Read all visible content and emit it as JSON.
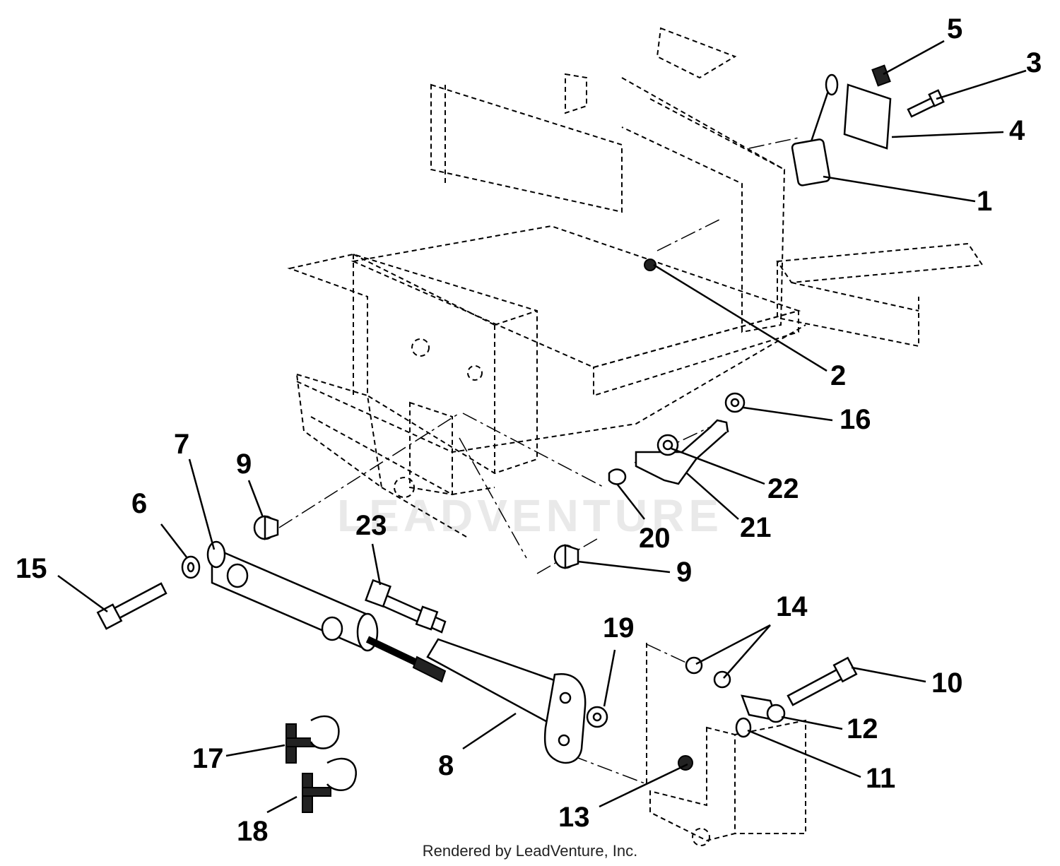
{
  "diagram": {
    "watermark": "LEADVENTURE",
    "footer": "Rendered by LeadVenture, Inc.",
    "callouts": [
      {
        "id": "c1",
        "label": "1"
      },
      {
        "id": "c2",
        "label": "2"
      },
      {
        "id": "c3",
        "label": "3"
      },
      {
        "id": "c4",
        "label": "4"
      },
      {
        "id": "c5",
        "label": "5"
      },
      {
        "id": "c6",
        "label": "6"
      },
      {
        "id": "c7",
        "label": "7"
      },
      {
        "id": "c8",
        "label": "8"
      },
      {
        "id": "c9a",
        "label": "9"
      },
      {
        "id": "c9b",
        "label": "9"
      },
      {
        "id": "c10",
        "label": "10"
      },
      {
        "id": "c11",
        "label": "11"
      },
      {
        "id": "c12",
        "label": "12"
      },
      {
        "id": "c13",
        "label": "13"
      },
      {
        "id": "c14",
        "label": "14"
      },
      {
        "id": "c15",
        "label": "15"
      },
      {
        "id": "c16",
        "label": "16"
      },
      {
        "id": "c17",
        "label": "17"
      },
      {
        "id": "c18",
        "label": "18"
      },
      {
        "id": "c19",
        "label": "19"
      },
      {
        "id": "c20",
        "label": "20"
      },
      {
        "id": "c21",
        "label": "21"
      },
      {
        "id": "c22",
        "label": "22"
      },
      {
        "id": "c23",
        "label": "23"
      }
    ]
  }
}
